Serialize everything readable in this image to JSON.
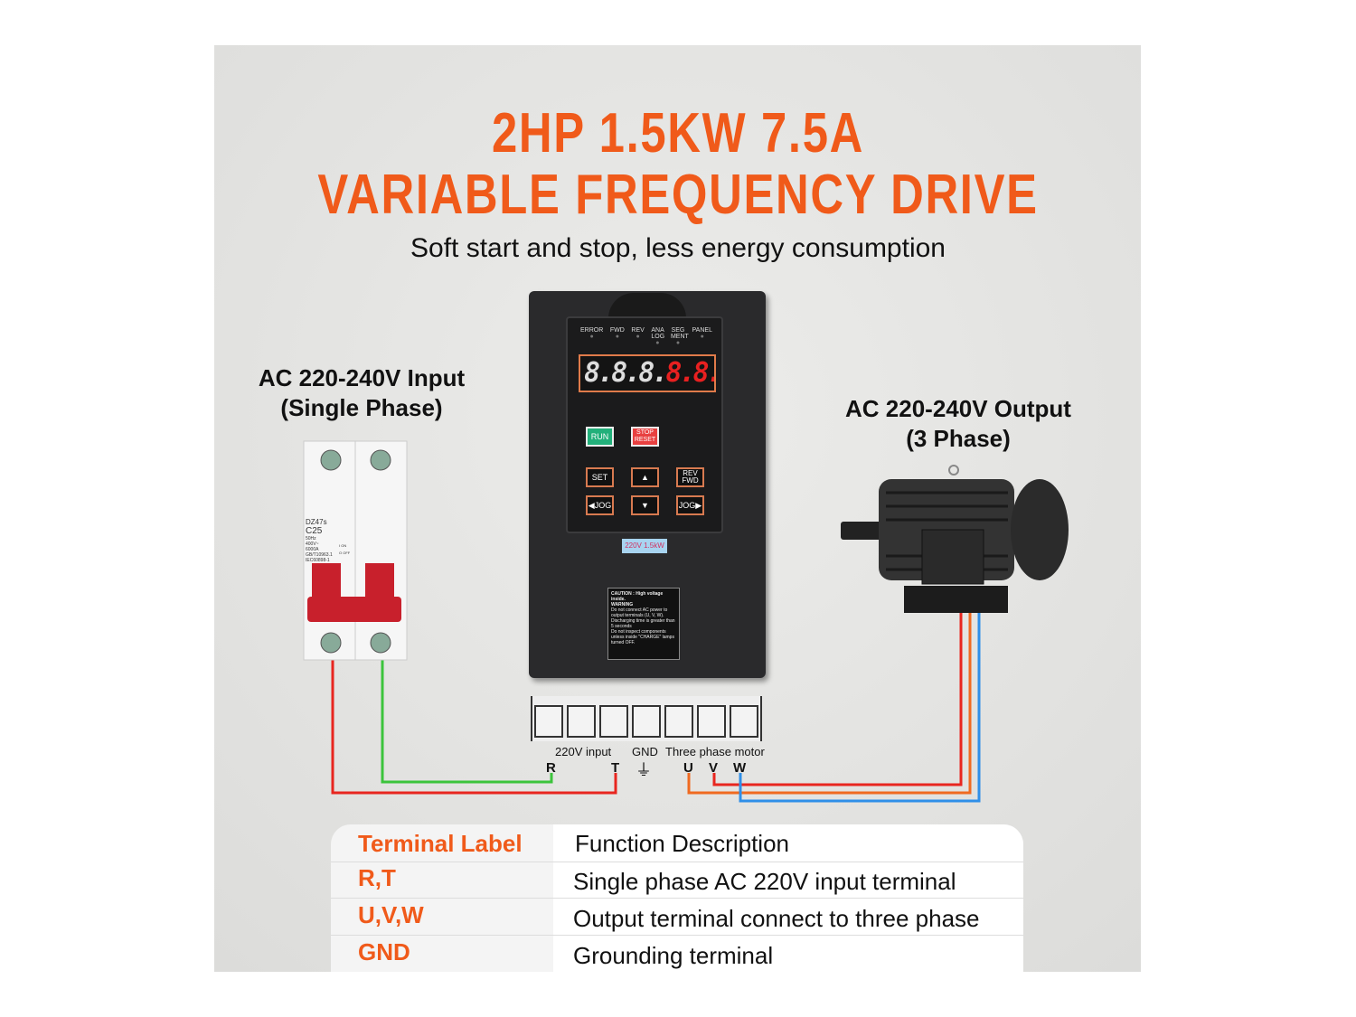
{
  "header": {
    "title_line1": "2HP 1.5KW 7.5A",
    "title_line2": "VARIABLE FREQUENCY DRIVE",
    "subtitle": "Soft start and stop, less energy consumption"
  },
  "input_label": {
    "line1": "AC 220-240V Input",
    "line2": "(Single Phase)"
  },
  "output_label": {
    "line1": "AC 220-240V Output",
    "line2": "(3 Phase)"
  },
  "breaker": {
    "model": "DZ47s",
    "rating": "C25",
    "specs": [
      "50Hz",
      "400V~",
      "6000A",
      "GB/T10963.1",
      "IEC60898-1"
    ],
    "on": "I ON",
    "off": "O OFF"
  },
  "vfd": {
    "indicators": [
      "ERROR",
      "FWD",
      "REV",
      "ANA LOG",
      "SEG MENT",
      "PANEL"
    ],
    "display": "8.8.8.8.8.",
    "buttons": {
      "run": "RUN",
      "stop": "STOP RESET",
      "set": "SET",
      "rev_fwd": "REV FWD",
      "jog_left": "JOG",
      "jog_right": "JOG"
    },
    "rating_label": "220V 1.5kW",
    "caution": "CAUTION : High voltage inside.",
    "warning": "WARNING",
    "warning_items": [
      "Do not connect AC power to output terminals (U, V, W).",
      "Discharging time is greater than 5 seconds",
      "Do not inspect components unless inside \"CHARGE\" lamps turned OFF."
    ]
  },
  "terminals": {
    "group_input": "220V input",
    "group_gnd": "GND",
    "group_motor": "Three phase motor",
    "labels": [
      "R",
      "T",
      "U",
      "V",
      "W"
    ]
  },
  "wire_colors": {
    "R": "#e8261f",
    "T": "#e8261f",
    "input2": "#3cc43c",
    "U": "#f06a20",
    "V": "#e8261f",
    "W": "#2f8fe8"
  },
  "accent_color": "#f05a1a",
  "table": {
    "headers": [
      "Terminal Label",
      "Function Description"
    ],
    "rows": [
      {
        "label": "R,T",
        "desc": "Single phase AC 220V input terminal"
      },
      {
        "label": "U,V,W",
        "desc": "Output terminal connect to three phase"
      },
      {
        "label": "GND",
        "desc": "Grounding terminal"
      }
    ]
  }
}
